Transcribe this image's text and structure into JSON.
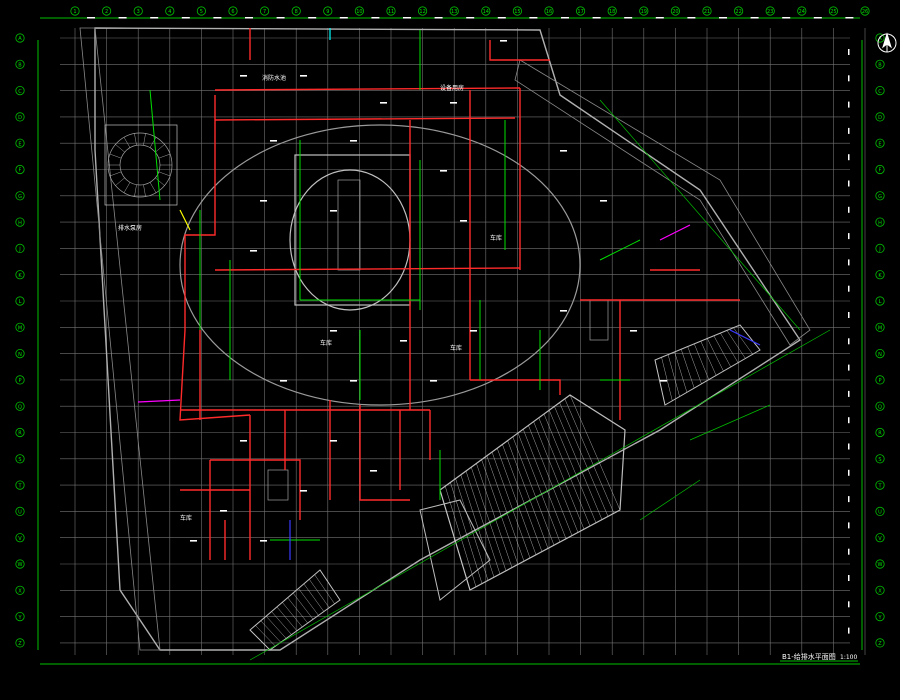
{
  "drawing": {
    "title_block": "B1-给排水平面图",
    "scale": "1:100",
    "north_symbol": "north-arrow-icon"
  },
  "grid": {
    "top_labels": [
      "1",
      "2",
      "3",
      "4",
      "5",
      "6",
      "7",
      "8",
      "9",
      "10",
      "11",
      "12",
      "13",
      "14",
      "15",
      "16",
      "17",
      "18",
      "19",
      "20",
      "21",
      "22",
      "23",
      "24",
      "25",
      "26"
    ],
    "left_labels": [
      "A",
      "B",
      "C",
      "D",
      "E",
      "F",
      "G",
      "H",
      "J",
      "K",
      "L",
      "M",
      "N",
      "P",
      "Q",
      "R",
      "S",
      "T",
      "U",
      "V",
      "W",
      "X",
      "Y",
      "Z"
    ]
  },
  "rooms": [
    {
      "label": "排水泵房"
    },
    {
      "label": "消防水池"
    },
    {
      "label": "车库"
    },
    {
      "label": "车库"
    },
    {
      "label": "车库"
    },
    {
      "label": "设备用房"
    },
    {
      "label": "车库"
    }
  ],
  "colors": {
    "background": "#000000",
    "grid_axis": "#00c000",
    "wall": "#9a9a9a",
    "pipe_supply": "#ff2a2a",
    "pipe_drain": "#00e000",
    "annotation": "#ffffff",
    "accent_magenta": "#ff00ff",
    "accent_blue": "#3a3aff",
    "accent_yellow": "#ffff00",
    "accent_cyan": "#00ffff"
  }
}
